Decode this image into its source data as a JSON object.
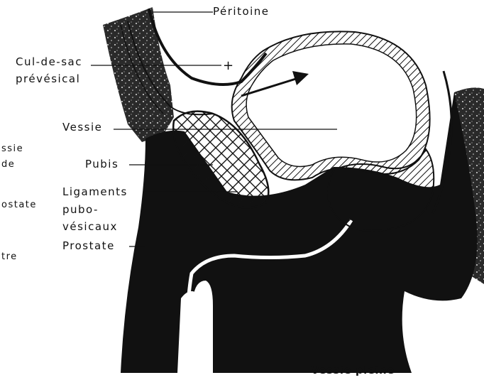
{
  "labels": {
    "peritoine": "Péritoine",
    "cul_de_sac_line1": "Cul-de-sac",
    "cul_de_sac_line2": "prévésical",
    "plus_mark": "+",
    "vessie": "Vessie",
    "pubis": "Pubis",
    "ligaments_line1": "Ligaments",
    "ligaments_line2": "pubo-",
    "ligaments_line3": "vésicaux",
    "prostate": "Prostate"
  },
  "cropped_left_labels": {
    "fragment_1": "ssie",
    "fragment_2": "de",
    "fragment_3": "ostate",
    "fragment_4": "tre"
  },
  "caption": "Vessie pleine",
  "colors": {
    "ink": "#111111",
    "paper": "#ffffff"
  }
}
